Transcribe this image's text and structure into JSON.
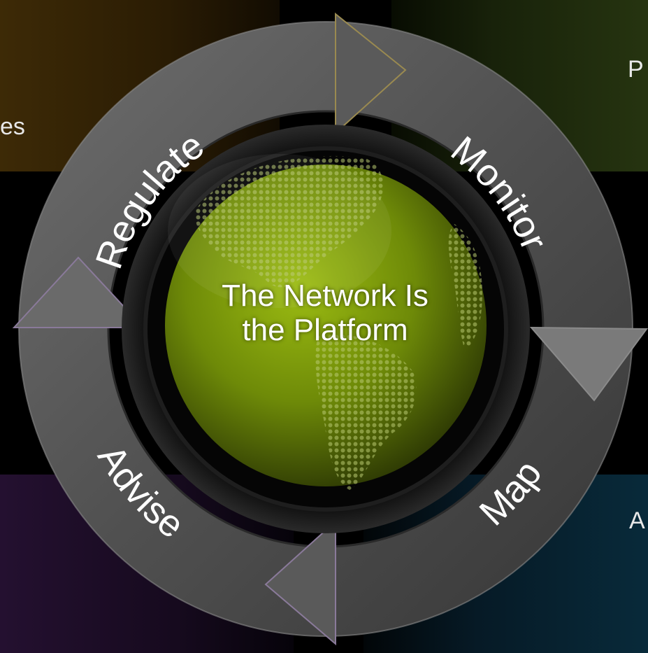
{
  "diagram": {
    "center": {
      "line1": "The Network Is",
      "line2": "the Platform"
    },
    "steps": [
      {
        "label": "Regulate"
      },
      {
        "label": "Monitor"
      },
      {
        "label": "Map"
      },
      {
        "label": "Advise"
      }
    ]
  },
  "side_fragments": {
    "top_left": "es",
    "top_right": "P",
    "bottom_right": "A"
  },
  "colors": {
    "globe_green": "#7a9a0a",
    "globe_dark": "#3a4a05",
    "arrow_gray": "#5a5a5a",
    "panel_top_left": "#3d2a06",
    "panel_top_right": "#1e2a08",
    "panel_bottom_left": "#1e0c28",
    "panel_bottom_right": "#062030"
  }
}
